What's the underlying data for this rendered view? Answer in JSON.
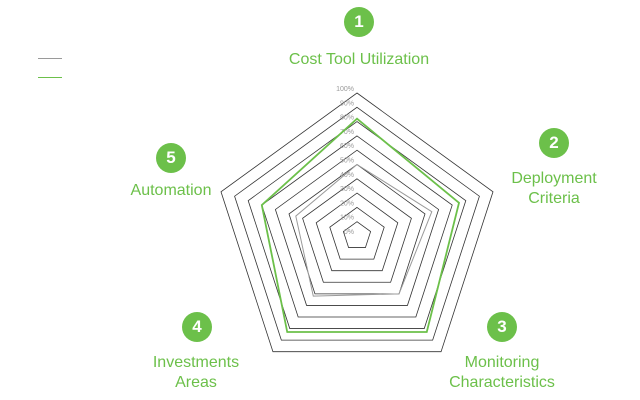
{
  "colors": {
    "accent": "#6cc04a",
    "baseline": "#9a9a9a",
    "grid": "#333333",
    "tick": "#999999"
  },
  "legend": [
    {
      "name": "",
      "color": "#9a9a9a"
    },
    {
      "name": "",
      "color": "#6cc04a"
    }
  ],
  "chart_data": {
    "type": "radar",
    "title": "",
    "axes": [
      {
        "number": "1",
        "label": "Cost Tool Utilization"
      },
      {
        "number": "2",
        "label": "Deployment Criteria"
      },
      {
        "number": "3",
        "label": "Monitoring Characteristics"
      },
      {
        "number": "4",
        "label": "Investments Areas"
      },
      {
        "number": "5",
        "label": "Automation"
      }
    ],
    "tick_labels": [
      "0%",
      "10%",
      "20%",
      "30%",
      "40%",
      "50%",
      "60%",
      "70%",
      "80%",
      "90%",
      "100%"
    ],
    "range": [
      0,
      100
    ],
    "grid": true,
    "series": [
      {
        "values": [
          50,
          55,
          50,
          52,
          45
        ],
        "color": "#9a9a9a"
      },
      {
        "values": [
          82,
          75,
          83,
          83,
          70
        ],
        "color": "#6cc04a"
      }
    ]
  }
}
